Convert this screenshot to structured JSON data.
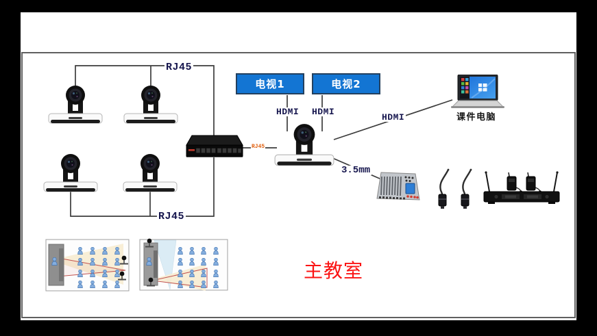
{
  "scene": {
    "room_label": "主教室",
    "laptop_caption": "课件电脑"
  },
  "displays": {
    "tv1_label": "电视1",
    "tv2_label": "电视2"
  },
  "connection_labels": {
    "rj45_top": "RJ45",
    "rj45_bottom": "RJ45",
    "rj45_switch_link": "RJ45",
    "hdmi_tv1": "HDMI",
    "hdmi_tv2": "HDMI",
    "hdmi_laptop": "HDMI",
    "audio_3_5mm": "3.5mm"
  },
  "colors": {
    "tv_box": "#1375d3",
    "tv_border": "#23405e",
    "room_label": "#fb1414",
    "connector_text": "#16164e",
    "rj45_small": "#e06010",
    "line": "#3c3c3c",
    "frame_border": "#5f5f5f"
  }
}
